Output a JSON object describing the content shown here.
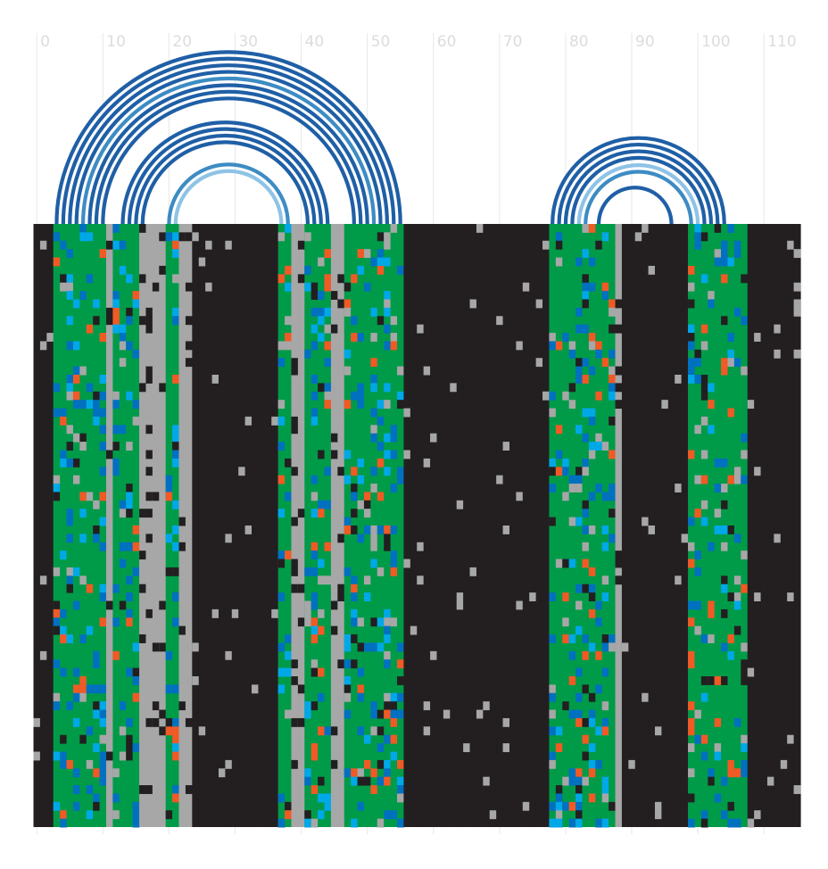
{
  "figure": {
    "axis": {
      "min": -0.5,
      "max": 115.5,
      "tick_values": [
        0,
        10,
        20,
        30,
        40,
        50,
        60,
        70,
        80,
        90,
        100,
        110
      ],
      "tick_labels": [
        "0",
        "10",
        "20",
        "30",
        "40",
        "50",
        "60",
        "70",
        "80",
        "90",
        "100",
        "110"
      ],
      "grid": true
    },
    "colors": {
      "background": "#ffffff",
      "grid": "#e8e8e8",
      "tick_label": "#dcdcdc",
      "gap": "#231f20",
      "unpaired": "#a7a7a7",
      "paired_strong": "#009b48",
      "paired_weak": "#0070c0",
      "paired_mid": "#00a8e8",
      "mismatch": "#f15a24",
      "arc_dark": "#1f5fa6",
      "arc_mid": "#3d8cc4",
      "arc_light": "#8ec3e6"
    },
    "arcs": [
      {
        "i": 3,
        "j": 55,
        "shade": "dark"
      },
      {
        "i": 4,
        "j": 54,
        "shade": "dark"
      },
      {
        "i": 5,
        "j": 53,
        "shade": "dark"
      },
      {
        "i": 6,
        "j": 52,
        "shade": "dark"
      },
      {
        "i": 7,
        "j": 51,
        "shade": "mid"
      },
      {
        "i": 8,
        "j": 50,
        "shade": "dark"
      },
      {
        "i": 9,
        "j": 49,
        "shade": "dark"
      },
      {
        "i": 10,
        "j": 48,
        "shade": "dark"
      },
      {
        "i": 13,
        "j": 44,
        "shade": "dark"
      },
      {
        "i": 14,
        "j": 43,
        "shade": "dark"
      },
      {
        "i": 15,
        "j": 42,
        "shade": "dark"
      },
      {
        "i": 16,
        "j": 41,
        "shade": "dark"
      },
      {
        "i": 20,
        "j": 38,
        "shade": "mid"
      },
      {
        "i": 21,
        "j": 37,
        "shade": "light"
      },
      {
        "i": 78,
        "j": 104,
        "shade": "dark"
      },
      {
        "i": 79,
        "j": 103,
        "shade": "dark"
      },
      {
        "i": 80,
        "j": 102,
        "shade": "dark"
      },
      {
        "i": 81,
        "j": 101,
        "shade": "dark"
      },
      {
        "i": 82,
        "j": 100,
        "shade": "light"
      },
      {
        "i": 83,
        "j": 99,
        "shade": "mid"
      },
      {
        "i": 85,
        "j": 96,
        "shade": "dark"
      }
    ],
    "alignment": {
      "rows": 72,
      "columns": 116,
      "column_base": [
        "G",
        "G",
        "G",
        "P",
        "P",
        "P",
        "P",
        "P",
        "P",
        "P",
        "P",
        "U",
        "P",
        "P",
        "P",
        "P",
        "U",
        "U",
        "U",
        "U",
        "P",
        "P",
        "U",
        "U",
        "G",
        "G",
        "G",
        "G",
        "G",
        "G",
        "G",
        "G",
        "G",
        "G",
        "G",
        "G",
        "G",
        "P",
        "P",
        "U",
        "U",
        "P",
        "P",
        "P",
        "P",
        "U",
        "U",
        "P",
        "P",
        "P",
        "P",
        "P",
        "P",
        "P",
        "P",
        "P",
        "G",
        "G",
        "G",
        "G",
        "G",
        "G",
        "G",
        "G",
        "G",
        "G",
        "G",
        "G",
        "G",
        "G",
        "G",
        "G",
        "G",
        "G",
        "G",
        "G",
        "G",
        "G",
        "P",
        "P",
        "P",
        "P",
        "P",
        "P",
        "P",
        "P",
        "P",
        "P",
        "U",
        "G",
        "G",
        "G",
        "G",
        "G",
        "G",
        "G",
        "G",
        "G",
        "G",
        "P",
        "P",
        "P",
        "P",
        "P",
        "P",
        "P",
        "P",
        "P",
        "G",
        "G",
        "G",
        "G",
        "G",
        "G",
        "G",
        "G"
      ]
    }
  }
}
